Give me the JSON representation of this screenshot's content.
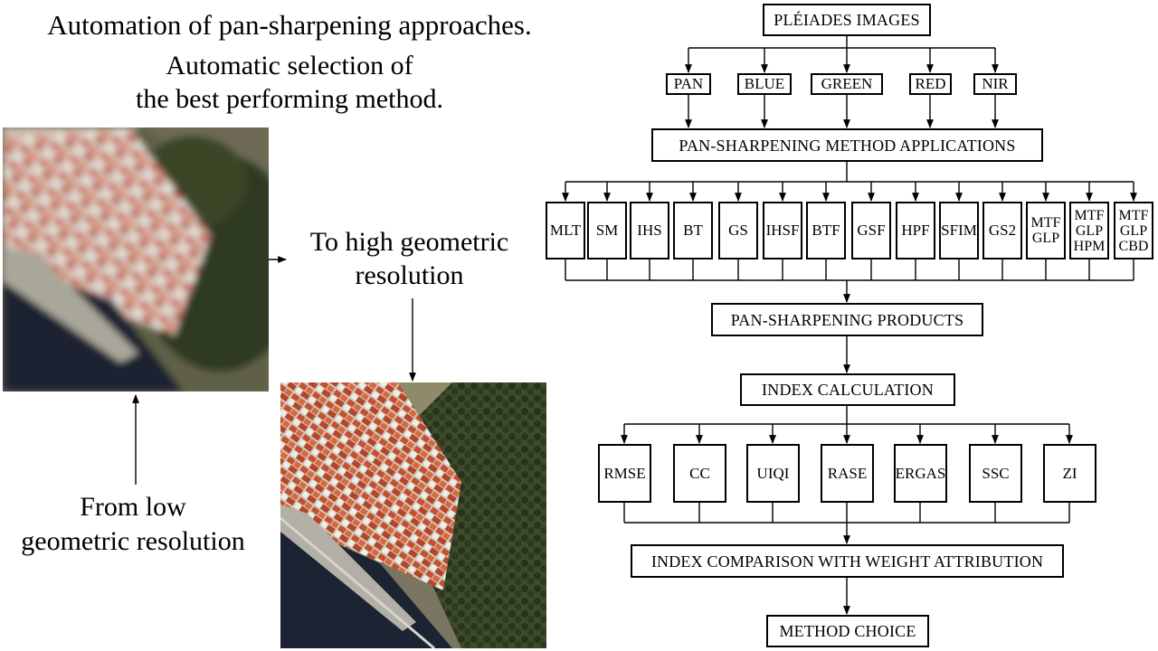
{
  "left_panel": {
    "headline_line1": "Automation of pan-sharpening approaches.",
    "headline_line2": "Automatic selection of",
    "headline_line3": "the best performing method.",
    "high_res_line1": "To high geometric",
    "high_res_line2": "resolution",
    "low_res_line1": "From low",
    "low_res_line2": "geometric resolution"
  },
  "flowchart": {
    "input": "PLÉIADES IMAGES",
    "bands": [
      "PAN",
      "BLUE",
      "GREEN",
      "RED",
      "NIR"
    ],
    "applications": "PAN-SHARPENING METHOD APPLICATIONS",
    "methods": [
      "MLT",
      "SM",
      "IHS",
      "BT",
      "GS",
      "IHSF",
      "BTF",
      "GSF",
      "HPF",
      "SFIM",
      "GS2",
      "MTF\nGLP",
      "MTF\nGLP\nHPM",
      "MTF\nGLP\nCBD"
    ],
    "products": "PAN-SHARPENING PRODUCTS",
    "index_calculation": "INDEX CALCULATION",
    "indices": [
      "RMSE",
      "CC",
      "UIQI",
      "RASE",
      "ERGAS",
      "SSC",
      "ZI"
    ],
    "comparison": "INDEX COMPARISON WITH WEIGHT ATTRIBUTION",
    "choice": "METHOD CHOICE"
  }
}
